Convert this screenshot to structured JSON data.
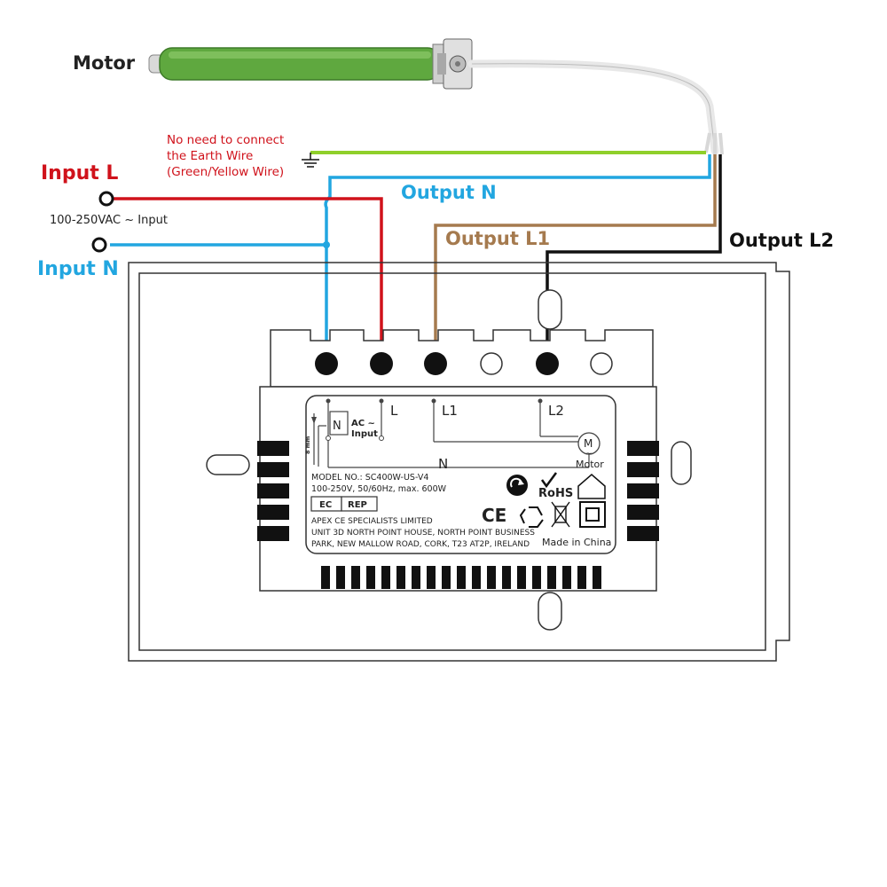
{
  "labels": {
    "motor": "Motor",
    "input_l": "Input L",
    "input_n": "Input N",
    "voltage": "100-250VAC ~ Input",
    "earth_line1": "No need to connect",
    "earth_line2": "the Earth Wire",
    "earth_line3": "(Green/Yellow Wire)",
    "output_n": "Output N",
    "output_l1": "Output L1",
    "output_l2": "Output L2"
  },
  "device_label": {
    "term_l": "L",
    "term_l1": "L1",
    "term_l2": "L2",
    "term_n_small": "N",
    "ac_input_1": "AC ~",
    "ac_input_2": "Input",
    "strip_length": "8 mm",
    "n_bottom": "N",
    "motor_m": "M",
    "motor_tilde": "~",
    "motor_caption": "Motor",
    "model": "MODEL NO.: SC400W-US-V4",
    "rating": "100-250V, 50/60Hz, max. 600W",
    "ec": "EC",
    "rep": "REP",
    "company": "APEX CE SPECIALISTS LIMITED",
    "address1": "UNIT 3D NORTH POINT HOUSE, NORTH POINT BUSINESS",
    "address2": "PARK, NEW MALLOW ROAD, CORK, T23 AT2P, IRELAND",
    "ce": "CE",
    "rohs": "RoHS",
    "made_in": "Made in China"
  },
  "colors": {
    "live": "#d0121b",
    "neutral": "#22a6e0",
    "earth": "#8fcf2a",
    "output_l1": "#a57a4e",
    "output_l2": "#111111",
    "motor_body": "#5fa83f",
    "text_red": "#d0121b",
    "text_blue": "#22a6e0",
    "text_brown": "#a57a4e"
  },
  "icons": [
    "ground-icon",
    "recycle-icon",
    "rohs-check-icon",
    "home-icon",
    "weee-bin-icon",
    "double-insulation-icon",
    "motor-symbol-icon"
  ]
}
